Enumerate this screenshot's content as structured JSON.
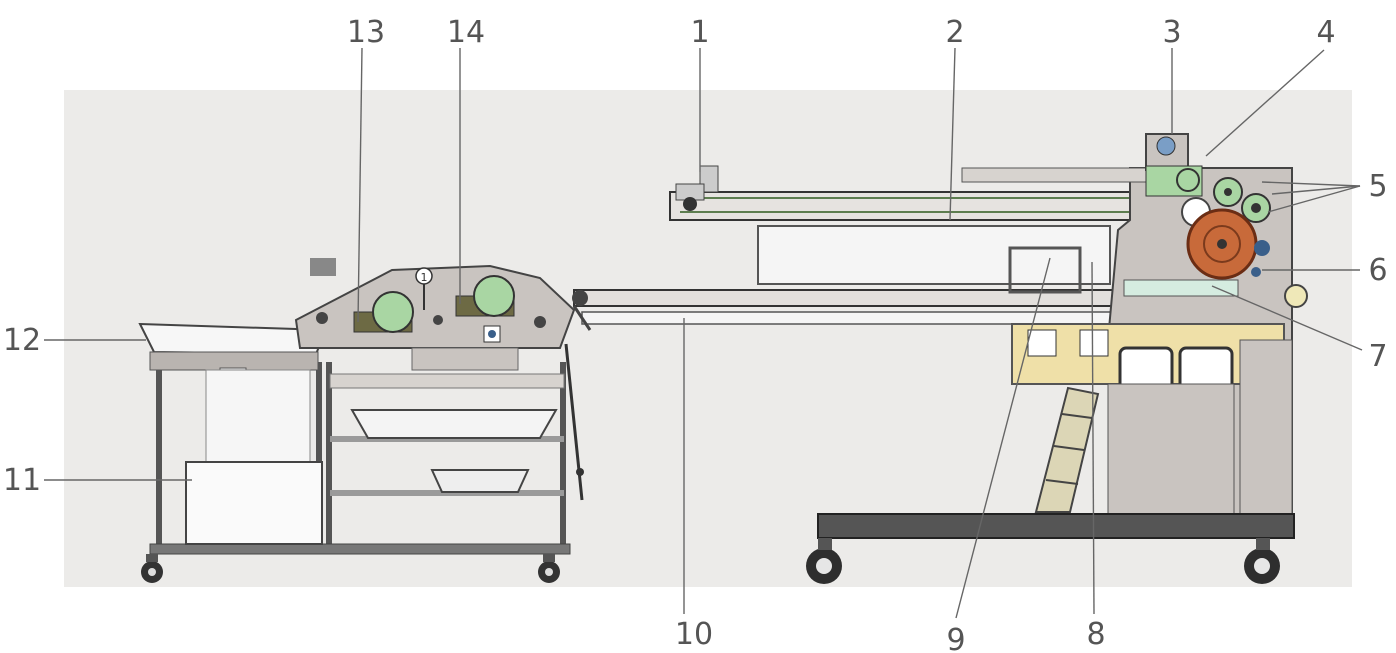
{
  "colors": {
    "background_panel": "#ecebe9",
    "machine_grey": "#c9c4c0",
    "machine_dark": "#3f3f3f",
    "roller_green": "#a9d6a3",
    "roller_copper": "#c86a3a",
    "panel_yellow": "#efe0a8",
    "callout_text": "#555555"
  },
  "callouts": [
    {
      "id": "c1",
      "label": "1"
    },
    {
      "id": "c2",
      "label": "2"
    },
    {
      "id": "c3",
      "label": "3"
    },
    {
      "id": "c4",
      "label": "4"
    },
    {
      "id": "c5",
      "label": "5"
    },
    {
      "id": "c6",
      "label": "6"
    },
    {
      "id": "c7",
      "label": "7"
    },
    {
      "id": "c8",
      "label": "8"
    },
    {
      "id": "c9",
      "label": "9"
    },
    {
      "id": "c10",
      "label": "10"
    },
    {
      "id": "c11",
      "label": "11"
    },
    {
      "id": "c12",
      "label": "12"
    },
    {
      "id": "c13",
      "label": "13"
    },
    {
      "id": "c14",
      "label": "14"
    }
  ],
  "gauge_label": "1"
}
